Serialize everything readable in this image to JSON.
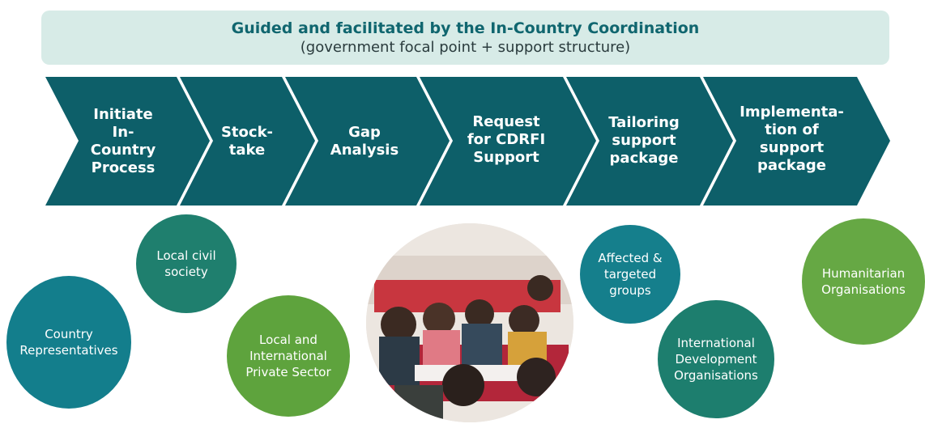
{
  "banner": {
    "title": "Guided and facilitated by the In-Country Coordination",
    "subtitle": "(government focal point + support structure)"
  },
  "steps": [
    {
      "label": "Initiate\nIn-\nCountry\nProcess"
    },
    {
      "label": "Stock-\ntake"
    },
    {
      "label": "Gap\nAnalysis"
    },
    {
      "label": "Request\nfor CDRFI\nSupport"
    },
    {
      "label": "Tailoring\nsupport\npackage"
    },
    {
      "label": "Implementa-\ntion of\nsupport\npackage"
    }
  ],
  "stakeholders": [
    {
      "label": "Country\nRepresentatives",
      "color": "#137e8c"
    },
    {
      "label": "Local civil\nsociety",
      "color": "#1f7f6e"
    },
    {
      "label": "Local and\nInternational\nPrivate Sector",
      "color": "#5ea33d"
    },
    {
      "label": "Affected &\ntargeted\ngroups",
      "color": "#157f8c"
    },
    {
      "label": "International\nDevelopment\nOrganisations",
      "color": "#1d7e6e"
    },
    {
      "label": "Humanitarian\nOrganisations",
      "color": "#66a844"
    }
  ],
  "colors": {
    "step": "#0d5f69",
    "banner_bg": "#d7ebe7",
    "banner_title": "#10666f"
  },
  "photo": {
    "icon": "workshop-photo"
  }
}
